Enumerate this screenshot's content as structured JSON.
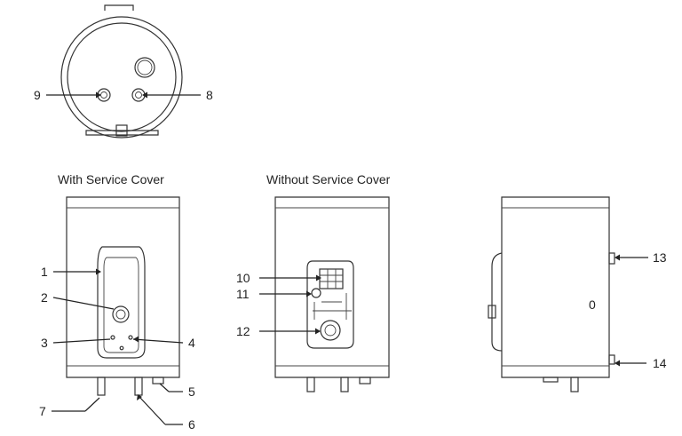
{
  "titles": {
    "with_cover": "With Service Cover",
    "without_cover": "Without Service Cover"
  },
  "callouts": {
    "c1": "1",
    "c2": "2",
    "c3": "3",
    "c4": "4",
    "c5": "5",
    "c6": "6",
    "c7": "7",
    "c8": "8",
    "c9": "9",
    "c10": "10",
    "c11": "11",
    "c12": "12",
    "c13": "13",
    "c14": "14"
  },
  "side_mark": "0",
  "colors": {
    "line": "#222222",
    "background": "#ffffff"
  }
}
